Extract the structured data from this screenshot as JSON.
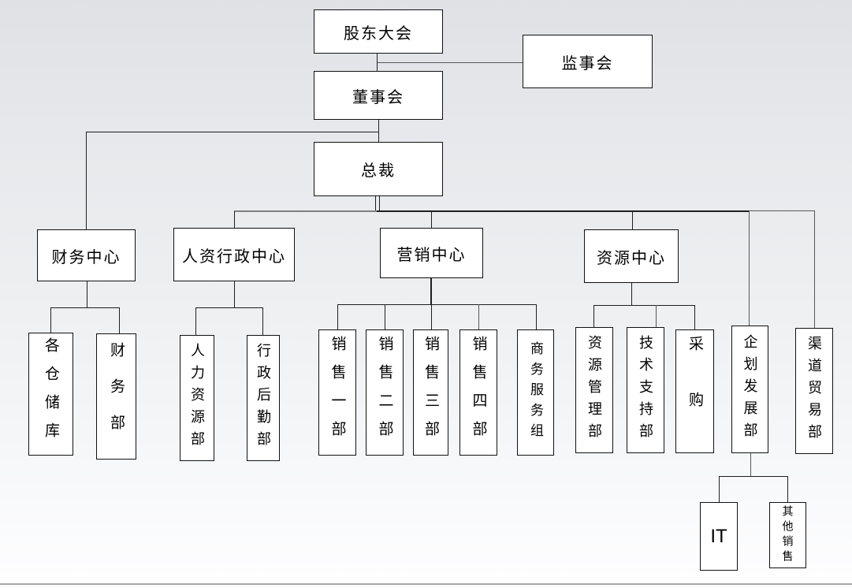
{
  "org_chart": {
    "type": "org-tree-diagram",
    "nodes": {
      "shareholders_meeting": {
        "label": "股东大会"
      },
      "supervisory_board": {
        "label": "监事会"
      },
      "board_of_directors": {
        "label": "董事会"
      },
      "president": {
        "label": "总裁"
      },
      "finance_center": {
        "label": "财务中心"
      },
      "hr_admin_center": {
        "label": "人资行政中心"
      },
      "marketing_center": {
        "label": "营销中心"
      },
      "resource_center": {
        "label": "资源中心"
      },
      "warehouses": {
        "label": "各仓储库"
      },
      "finance_dept": {
        "label": "财务部"
      },
      "human_resources_dept": {
        "label": "人力资源部"
      },
      "admin_logistics_dept": {
        "label": "行政后勤部"
      },
      "sales_dept_1": {
        "label": "销售一部"
      },
      "sales_dept_2": {
        "label": "销售二部"
      },
      "sales_dept_3": {
        "label": "销售三部"
      },
      "sales_dept_4": {
        "label": "销售四部"
      },
      "business_service_group": {
        "label": "商务服务组"
      },
      "resource_mgmt_dept": {
        "label": "资源管理部"
      },
      "tech_support_dept": {
        "label": "技术支持部"
      },
      "procurement": {
        "label": "采购"
      },
      "planning_dev_dept": {
        "label": "企划发展部"
      },
      "channel_trade_dept": {
        "label": "渠道贸易部"
      },
      "it_dept": {
        "label": "IT"
      },
      "other_sales": {
        "label": "其他销售"
      }
    },
    "edges": [
      {
        "from": "shareholders_meeting",
        "to": "board_of_directors"
      },
      {
        "from": "shareholders_meeting",
        "to": "supervisory_board"
      },
      {
        "from": "board_of_directors",
        "to": "president"
      },
      {
        "from": "board_of_directors",
        "to": "finance_center"
      },
      {
        "from": "president",
        "to": "hr_admin_center"
      },
      {
        "from": "president",
        "to": "marketing_center"
      },
      {
        "from": "president",
        "to": "resource_center"
      },
      {
        "from": "president",
        "to": "planning_dev_dept"
      },
      {
        "from": "president",
        "to": "channel_trade_dept"
      },
      {
        "from": "finance_center",
        "to": "warehouses"
      },
      {
        "from": "finance_center",
        "to": "finance_dept"
      },
      {
        "from": "hr_admin_center",
        "to": "human_resources_dept"
      },
      {
        "from": "hr_admin_center",
        "to": "admin_logistics_dept"
      },
      {
        "from": "marketing_center",
        "to": "sales_dept_1"
      },
      {
        "from": "marketing_center",
        "to": "sales_dept_2"
      },
      {
        "from": "marketing_center",
        "to": "sales_dept_3"
      },
      {
        "from": "marketing_center",
        "to": "sales_dept_4"
      },
      {
        "from": "marketing_center",
        "to": "business_service_group"
      },
      {
        "from": "resource_center",
        "to": "resource_mgmt_dept"
      },
      {
        "from": "resource_center",
        "to": "tech_support_dept"
      },
      {
        "from": "resource_center",
        "to": "procurement"
      },
      {
        "from": "planning_dev_dept",
        "to": "it_dept"
      },
      {
        "from": "planning_dev_dept",
        "to": "other_sales"
      }
    ],
    "colors": {
      "box_fill": "#ffffff",
      "box_border": "#111111",
      "connector_dark": "#1f1f1f",
      "connector_gray": "#808080",
      "background_top": "#dfe1e5",
      "background_bottom": "#ffffff",
      "page_edge_line": "#a9a9a9"
    }
  }
}
